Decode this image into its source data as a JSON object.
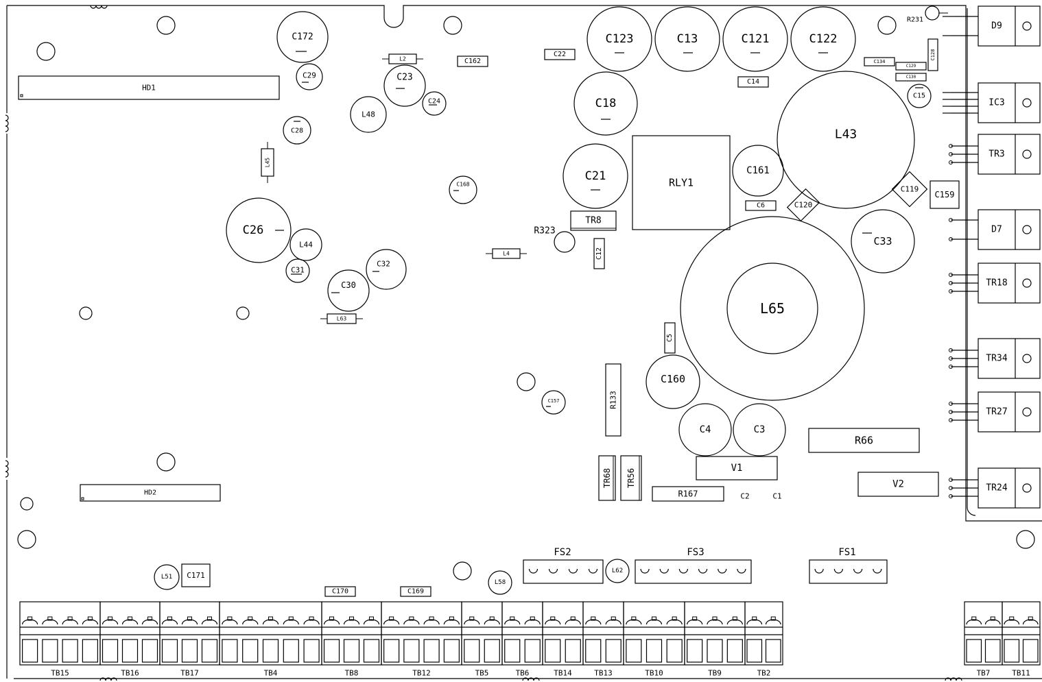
{
  "board": {
    "stroke": "#000000",
    "background": "#ffffff"
  },
  "capacitors": [
    {
      "ref": "C172"
    },
    {
      "ref": "C29"
    },
    {
      "ref": "C23"
    },
    {
      "ref": "C24"
    },
    {
      "ref": "C28"
    },
    {
      "ref": "C26"
    },
    {
      "ref": "C31"
    },
    {
      "ref": "C32"
    },
    {
      "ref": "C30"
    },
    {
      "ref": "C168"
    },
    {
      "ref": "C123"
    },
    {
      "ref": "C13"
    },
    {
      "ref": "C121"
    },
    {
      "ref": "C122"
    },
    {
      "ref": "C18"
    },
    {
      "ref": "C21"
    },
    {
      "ref": "C161"
    },
    {
      "ref": "C15"
    },
    {
      "ref": "C33"
    },
    {
      "ref": "C160"
    },
    {
      "ref": "C4"
    },
    {
      "ref": "C3"
    },
    {
      "ref": "C157"
    }
  ],
  "inductors": [
    {
      "ref": "L48"
    },
    {
      "ref": "L44"
    },
    {
      "ref": "L43"
    },
    {
      "ref": "L65"
    },
    {
      "ref": "L51"
    },
    {
      "ref": "L58"
    },
    {
      "ref": "L62"
    }
  ],
  "rect_parts": [
    {
      "ref": "HD1"
    },
    {
      "ref": "HD2"
    },
    {
      "ref": "C162"
    },
    {
      "ref": "C22"
    },
    {
      "ref": "C14"
    },
    {
      "ref": "C134"
    },
    {
      "ref": "C129"
    },
    {
      "ref": "C130"
    },
    {
      "ref": "C128"
    },
    {
      "ref": "RLY1"
    },
    {
      "ref": "C6"
    },
    {
      "ref": "C159"
    },
    {
      "ref": "TR8"
    },
    {
      "ref": "C12"
    },
    {
      "ref": "C5"
    },
    {
      "ref": "R133"
    },
    {
      "ref": "R66"
    },
    {
      "ref": "V1"
    },
    {
      "ref": "V2"
    },
    {
      "ref": "R167"
    },
    {
      "ref": "TR68"
    },
    {
      "ref": "TR56"
    },
    {
      "ref": "C171"
    },
    {
      "ref": "C170"
    },
    {
      "ref": "C169"
    },
    {
      "ref": "L2"
    },
    {
      "ref": "L45"
    },
    {
      "ref": "L4"
    },
    {
      "ref": "L63"
    }
  ],
  "rotated_parts": [
    {
      "ref": "C120"
    },
    {
      "ref": "C119"
    }
  ],
  "plain_labels": [
    {
      "ref": "R231"
    },
    {
      "ref": "R323"
    },
    {
      "ref": "C2"
    },
    {
      "ref": "C1"
    }
  ],
  "side_devices": [
    {
      "ref": "D9"
    },
    {
      "ref": "IC3"
    },
    {
      "ref": "TR3"
    },
    {
      "ref": "D7"
    },
    {
      "ref": "TR18"
    },
    {
      "ref": "TR34"
    },
    {
      "ref": "TR27"
    },
    {
      "ref": "TR24"
    }
  ],
  "fuses": [
    {
      "ref": "FS2"
    },
    {
      "ref": "FS3"
    },
    {
      "ref": "FS1"
    }
  ],
  "terminal_blocks": [
    {
      "ref": "TB15",
      "pins": 4
    },
    {
      "ref": "TB16",
      "pins": 3
    },
    {
      "ref": "TB17",
      "pins": 3
    },
    {
      "ref": "TB4",
      "pins": 5
    },
    {
      "ref": "TB8",
      "pins": 3
    },
    {
      "ref": "TB12",
      "pins": 4
    },
    {
      "ref": "TB5",
      "pins": 2
    },
    {
      "ref": "TB6",
      "pins": 2
    },
    {
      "ref": "TB14",
      "pins": 2
    },
    {
      "ref": "TB13",
      "pins": 2
    },
    {
      "ref": "TB10",
      "pins": 3
    },
    {
      "ref": "TB9",
      "pins": 3
    },
    {
      "ref": "TB2",
      "pins": 2
    },
    {
      "ref": "TB7",
      "pins": 2
    },
    {
      "ref": "TB11",
      "pins": 2
    }
  ]
}
